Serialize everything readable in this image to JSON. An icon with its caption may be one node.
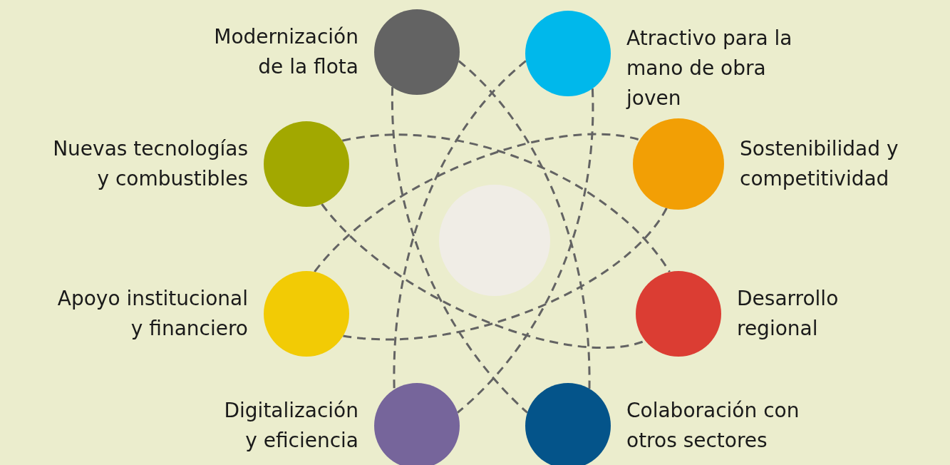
{
  "diagram": {
    "nodes": [
      {
        "text": [
          "Modernización de la flota"
        ]
      },
      {
        "text": [
          "Atractivo para la mano de obra joven"
        ]
      },
      {
        "text": [
          "Nuevas tecnologías y combustibles"
        ]
      },
      {
        "text": [
          "Sostenibilidad y competitividad"
        ]
      },
      {
        "text": [],
        "shape": "circle"
      },
      {
        "text": [
          "Apoyo institucional y financiero"
        ]
      },
      {
        "text": [
          "Desarrollo regional"
        ]
      },
      {
        "text": [
          "Digitalización y eficiencia"
        ]
      },
      {
        "text": [
          "Colaboración con otros sectores"
        ]
      }
    ],
    "edges": [
      {
        "from": 0,
        "to": 8,
        "arrow": "none",
        "style": "dashed"
      },
      {
        "from": 0,
        "to": 8,
        "arrow": "none",
        "style": "dashed"
      },
      {
        "from": 1,
        "to": 7,
        "arrow": "none",
        "style": "dashed"
      },
      {
        "from": 1,
        "to": 7,
        "arrow": "none",
        "style": "dashed"
      },
      {
        "from": 2,
        "to": 6,
        "arrow": "none",
        "style": "dashed"
      },
      {
        "from": 2,
        "to": 6,
        "arrow": "none",
        "style": "dashed"
      },
      {
        "from": 5,
        "to": 3,
        "arrow": "none",
        "style": "dashed"
      },
      {
        "from": 5,
        "to": 3,
        "arrow": "none",
        "style": "dashed"
      }
    ]
  }
}
